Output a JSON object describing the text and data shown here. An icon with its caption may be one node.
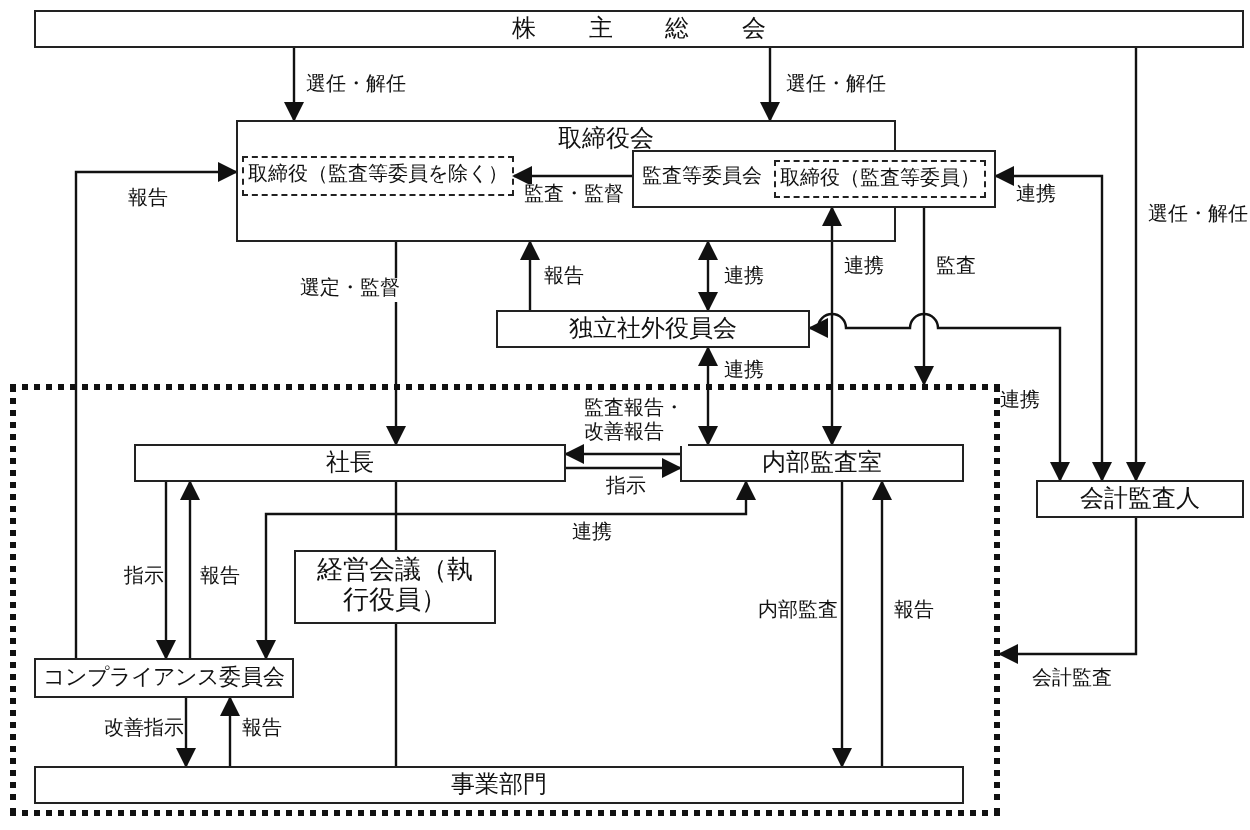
{
  "diagram": {
    "nodes": [
      {
        "text": [
          "株主総会"
        ]
      },
      {
        "text": [
          "取締役会"
        ]
      },
      {
        "text": [
          "取締役（監査等委員を除く）"
        ],
        "in": 1
      },
      {
        "text": [
          "監査等委員会"
        ]
      },
      {
        "text": [
          "取締役（監査等委員）"
        ],
        "in": 3
      },
      {
        "text": [
          "独立社外役員会"
        ]
      },
      {
        "text": [],
        "shape": "box"
      },
      {
        "text": [
          "社長"
        ],
        "in": 6
      },
      {
        "text": [
          "内部監査室"
        ],
        "in": 6
      },
      {
        "text": [
          "経営会議（執行役員）"
        ],
        "in": 6
      },
      {
        "text": [
          "コンプライアンス委員会"
        ],
        "in": 6
      },
      {
        "text": [
          "事業部門"
        ],
        "in": 6
      },
      {
        "text": [
          "会計監査人"
        ]
      }
    ],
    "edges": [
      {
        "from": 0,
        "to": 1,
        "arrow": "to",
        "label": "選任・解任"
      },
      {
        "from": 0,
        "to": 1,
        "arrow": "to",
        "label": "選任・解任"
      },
      {
        "from": 0,
        "to": 12,
        "arrow": "to",
        "label": "選任・解任"
      },
      {
        "from": 3,
        "to": 2,
        "arrow": "to",
        "label": "監査・監督"
      },
      {
        "from": 10,
        "to": 1,
        "arrow": "to",
        "label": "報告"
      },
      {
        "from": 1,
        "to": 7,
        "arrow": "to",
        "label": "選定・監督"
      },
      {
        "from": 5,
        "to": 1,
        "arrow": "to",
        "label": "報告"
      },
      {
        "from": 1,
        "to": 5,
        "arrow": "both",
        "label": "連携"
      },
      {
        "from": 5,
        "to": 8,
        "arrow": "both",
        "label": "連携"
      },
      {
        "from": 3,
        "to": 8,
        "arrow": "both",
        "label": "連携"
      },
      {
        "from": 3,
        "to": 6,
        "arrow": "to",
        "label": "監査"
      },
      {
        "from": 3,
        "to": 12,
        "arrow": "both",
        "label": "連携"
      },
      {
        "from": 5,
        "to": 12,
        "arrow": "both",
        "label": "連携"
      },
      {
        "from": 12,
        "to": 6,
        "arrow": "to",
        "label": "会計監査"
      },
      {
        "from": 8,
        "to": 7,
        "arrow": "to",
        "label": "監査報告・改善報告"
      },
      {
        "from": 7,
        "to": 8,
        "arrow": "to",
        "label": "指示"
      },
      {
        "from": 10,
        "to": 8,
        "arrow": "both",
        "label": "連携"
      },
      {
        "from": 7,
        "to": 10,
        "arrow": "to",
        "label": "指示"
      },
      {
        "from": 10,
        "to": 7,
        "arrow": "to",
        "label": "報告"
      },
      {
        "from": 7,
        "to": 9,
        "arrow": "none"
      },
      {
        "from": 9,
        "to": 11,
        "arrow": "none"
      },
      {
        "from": 10,
        "to": 11,
        "arrow": "to",
        "label": "改善指示"
      },
      {
        "from": 11,
        "to": 10,
        "arrow": "to",
        "label": "報告"
      },
      {
        "from": 8,
        "to": 11,
        "arrow": "to",
        "label": "内部監査"
      },
      {
        "from": 11,
        "to": 8,
        "arrow": "to",
        "label": "報告"
      }
    ]
  }
}
